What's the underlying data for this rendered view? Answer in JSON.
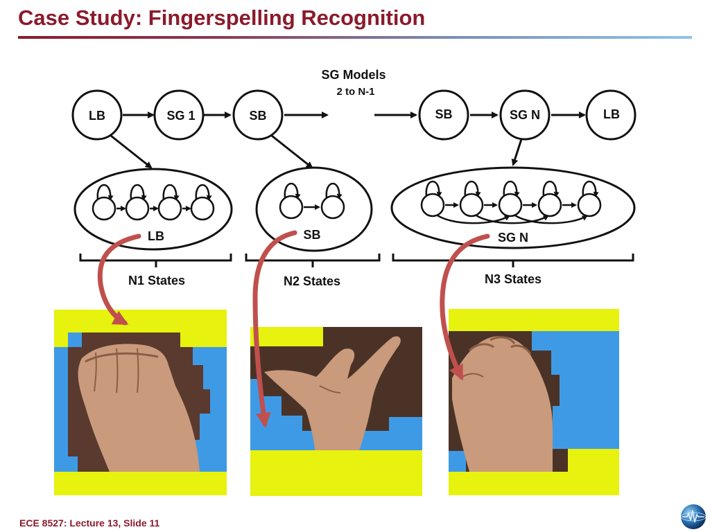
{
  "slide": {
    "title": "Case Study: Fingerspelling Recognition",
    "footer": "ECE 8527: Lecture 13, Slide 11"
  },
  "diagram": {
    "sg_models_label": "SG Models",
    "sg_models_range": "2 to N-1",
    "top_nodes": [
      "LB",
      "SG 1",
      "SB",
      "SB",
      "SG N",
      "LB"
    ],
    "group_labels": [
      "LB",
      "SB",
      "SG N"
    ],
    "state_counts": [
      "N1 States",
      "N2 States",
      "N3 States"
    ]
  },
  "colors": {
    "title": "#8b1a2b",
    "arrow_red": "#c0504d",
    "panel_yellow": "#e7f20e",
    "panel_blue": "#3f9ae6"
  },
  "images": [
    {
      "icon": "fist-hand-photo"
    },
    {
      "icon": "thumb-pinky-hand-photo"
    },
    {
      "icon": "hooked-fingers-hand-photo"
    }
  ]
}
